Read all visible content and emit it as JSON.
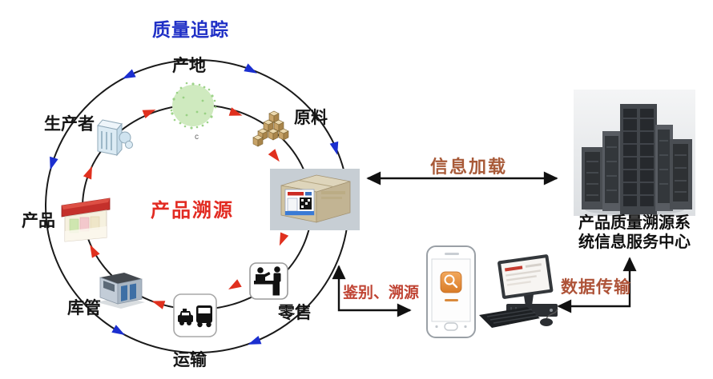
{
  "diagram": {
    "type": "product-traceability-cycle",
    "outer_title": "质量追踪",
    "center_title": "产品溯源",
    "watermark": "c"
  },
  "cycle": {
    "nodes": [
      {
        "id": "origin",
        "label": "产地",
        "icon": "plant-cluster-icon"
      },
      {
        "id": "raw-material",
        "label": "原料",
        "icon": "goods-pile-icon"
      },
      {
        "id": "producer",
        "label": "生产者",
        "icon": "factory-icon"
      },
      {
        "id": "product",
        "label": "产品",
        "icon": "product-box-icon"
      },
      {
        "id": "warehouse",
        "label": "库管",
        "icon": "warehouse-icon"
      },
      {
        "id": "transport",
        "label": "运输",
        "icon": "vehicles-icon"
      },
      {
        "id": "retail",
        "label": "零售",
        "icon": "cashier-icon"
      },
      {
        "id": "traceable-package",
        "label": "",
        "icon": "qr-carton-icon"
      }
    ],
    "inner_flow_direction": "clockwise",
    "outer_flow_direction": "top-down-both-sides"
  },
  "annotations": {
    "info_load": "信息加载",
    "identify_trace": "鉴别、溯源",
    "data_transfer": "数据传输"
  },
  "server_center": {
    "caption_line1": "产品质量溯源系",
    "caption_line2": "统信息服务中心",
    "icon": "server-racks-icon"
  },
  "devices": {
    "phone_icon": "smartphone-trace-app-icon",
    "workstation_icon": "desktop-computer-icon"
  },
  "colors": {
    "tracking_blue": "#2030c6",
    "trace_red": "#e22b22",
    "outer_arrow_blue": "#1b2fd0",
    "inner_arrow_red": "#e0301e",
    "annotation_brown": "#a85a38",
    "line_black": "#1a1a1a"
  }
}
